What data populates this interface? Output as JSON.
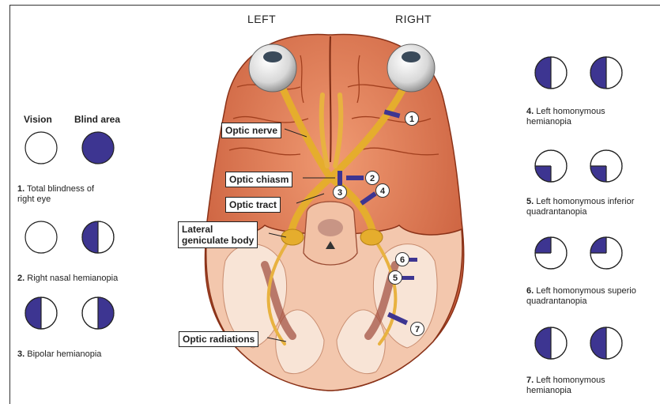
{
  "top_labels": {
    "left": "LEFT",
    "right": "RIGHT"
  },
  "legend_headers": {
    "vision": "Vision",
    "blind_area": "Blind area"
  },
  "left_items": [
    {
      "num": "1.",
      "text": "Total blindness of",
      "text2": "right eye"
    },
    {
      "num": "2.",
      "text": "Right nasal hemianopia"
    },
    {
      "num": "3.",
      "text": "Bipolar hemianopia"
    }
  ],
  "right_items": [
    {
      "num": "4.",
      "text": "Left homonymous",
      "text2": "hemianopia"
    },
    {
      "num": "5.",
      "text": "Left homonymous inferior",
      "text2": "quadrantanopia"
    },
    {
      "num": "6.",
      "text": "Left homonymous superio",
      "text2": "quadrantanopia"
    },
    {
      "num": "7.",
      "text": "Left homonymous",
      "text2": "hemianopia"
    }
  ],
  "callouts": {
    "optic_nerve": "Optic nerve",
    "optic_chiasm": "Optic chiasm",
    "optic_tract": "Optic tract",
    "lgb_line1": "Lateral",
    "lgb_line2": "geniculate body",
    "optic_radiations": "Optic radiations"
  },
  "lesion_markers": [
    "1",
    "2",
    "3",
    "4",
    "5",
    "6",
    "7"
  ],
  "colors": {
    "blind": "#3d3591",
    "brain_dark": "#b24a2c",
    "brain": "#d86b46",
    "brain_light": "#f0a07a",
    "pathway": "#e5ad2d",
    "tissue": "#efc9b3",
    "white_matter": "#f6e2d3"
  }
}
